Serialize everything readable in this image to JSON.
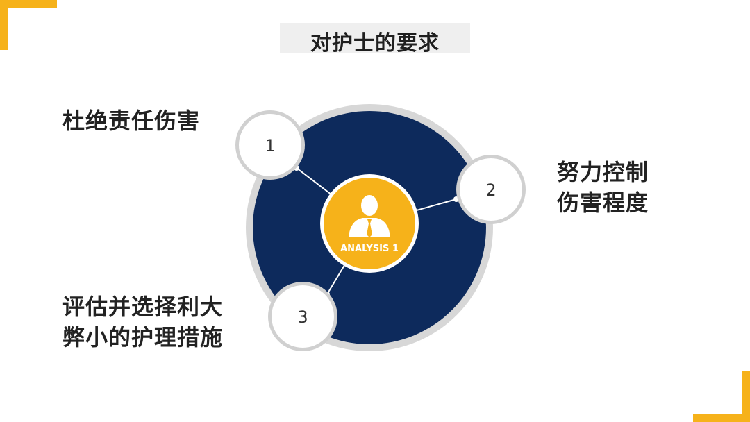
{
  "title": "对护士的要求",
  "center_label": "ANALYSIS 1",
  "items": [
    {
      "number": "1",
      "text": "杜绝责任伤害"
    },
    {
      "number": "2",
      "lines": [
        "努力控制",
        "伤害程度"
      ]
    },
    {
      "number": "3",
      "lines": [
        "评估并选择利大",
        "弊小的护理措施"
      ]
    }
  ],
  "colors": {
    "navy": "#0d2a5c",
    "accent": "#f6b21a",
    "ring": "#d7d7d7",
    "badge_fill": "#ffffff"
  },
  "icons": {
    "center": "person-tie-icon"
  }
}
